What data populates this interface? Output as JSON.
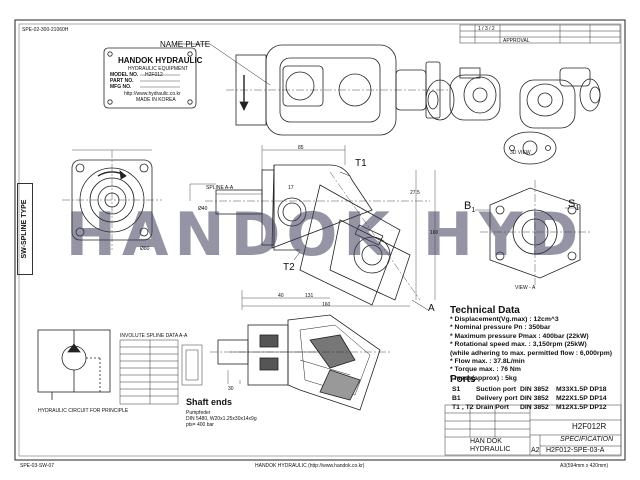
{
  "watermark": "HANDOK HYD",
  "corner_top_left": "SPE-02-300-21060H",
  "corner_bottom_left": "SPE-03-SW-07",
  "bottom_center": "HANDOK HYDRAULIC (http://www.handok.co.kr)",
  "bottom_right": "A3(594mm x 420mm)",
  "left_vertical_label": "SW-SPLINE TYPE",
  "nameplate": {
    "label": "NAME PLATE",
    "brand": "HANDOK HYDRAULIC",
    "subtitle": "HYDRAULIC EQUIPMENT",
    "model_label": "MODEL NO.",
    "model_value": "H2F012",
    "part_label": "PART NO.",
    "mfg_label": "MFG NO.",
    "url": "http://www.hydraulic.co.kr",
    "origin": "MADE IN KOREA"
  },
  "views": {
    "three_d_view": "3D VIEW",
    "view_a": "VIEW - A",
    "label_t1": "T1",
    "label_t2": "T2",
    "label_b1": "B",
    "label_b1_sub": "1",
    "label_s1": "S",
    "label_s1_sub": "1",
    "label_a": "A",
    "spline_label": "SPLINE A-A",
    "shaft_ends_title": "Shaft ends",
    "shaft_spec_line1": "Pumpfeder",
    "shaft_spec_line2": "DIN 5480, W20x1.25x30x14x9g",
    "shaft_spec_line3": "pts= 400 bar",
    "circuit_caption": "HYDRAULIC CIRCUIT FOR PRINCIPLE",
    "involute_caption": "INVOLUTE SPLINE DATA A-A"
  },
  "dimensions": [
    "85",
    "17",
    "27.5",
    "40",
    "160",
    "131",
    "160",
    "Ø80",
    "Ø40",
    "30"
  ],
  "technical_data": {
    "title": "Technical Data",
    "lines": [
      "* Displacement(Vg.max) : 12cm^3",
      "* Nominal pressure Pn : 350bar",
      "* Maximum pressure Pmax : 400bar (22kW)",
      "* Rotational speed max. : 3,150rpm (25kW)",
      "  (while adhering to max. permitted flow : 6,000rpm)",
      "* Flow max. : 37.8L/min",
      "* Torque max. : 76 Nm",
      "* mass(approx) : 5kg"
    ]
  },
  "ports": {
    "title": "Ports",
    "rows": [
      {
        "code": "S1",
        "name": "Suction port",
        "std": "DIN 3852",
        "size": "M33X1.5P DP18"
      },
      {
        "code": "B1",
        "name": "Delivery port",
        "std": "DIN 3852",
        "size": "M22X1.5P DP14"
      },
      {
        "code": "T1 , T2",
        "name": "Drain Port",
        "std": "DIN 3852",
        "size": "M12X1.5P DP12"
      }
    ]
  },
  "title_block": {
    "drawing_no": "H2F012R",
    "doc_type": "SPECIFICATION",
    "company_line1": "HAN DOK",
    "company_line2": "HYDRAULIC",
    "sheet_size": "A2",
    "doc_code": "H2F012-SPE-03-A"
  },
  "revision_block": {
    "rev": "1 / 3 / 2",
    "approval": "APPROVAL"
  }
}
